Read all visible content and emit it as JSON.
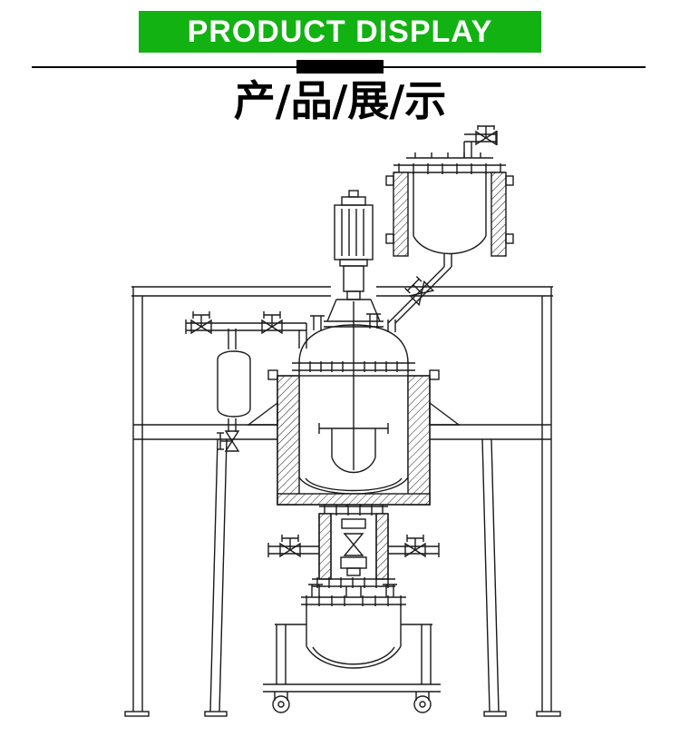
{
  "page": {
    "background_color": "#ffffff"
  },
  "header": {
    "title": "PRODUCT DISPLAY",
    "bg_color": "#12b212",
    "text_color": "#ffffff"
  },
  "divider": {
    "line_color": "#000000",
    "accent_block_color": "#000000"
  },
  "subtitle": {
    "text": "产/品/展/示",
    "color": "#000000"
  },
  "diagram": {
    "description": "Technical line drawing of a jacketed reaction kettle system",
    "line_color": "#1a1a1a",
    "components": [
      "agitator-motor",
      "gear-reducer",
      "stirrer-shaft",
      "jacketed-reactor-vessel",
      "anchor-agitator",
      "insulation-hatching",
      "top-feed-jacketed-tank",
      "left-buffer-tank",
      "support-frame",
      "platform-table",
      "handwheel-valves",
      "bottom-discharge-valve",
      "receiver-tank",
      "caster-wheels",
      "connecting-pipes"
    ]
  }
}
